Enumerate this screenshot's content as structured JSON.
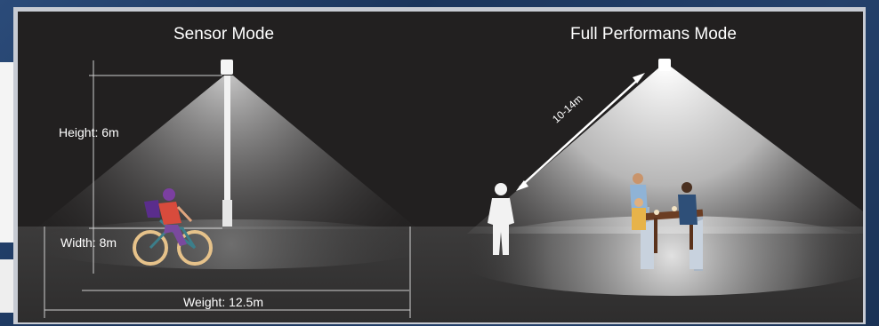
{
  "panels": {
    "left_title": "Sensor Mode",
    "right_title": "Full Performans Mode"
  },
  "labels": {
    "height": "Height: 6m",
    "width": "Width: 8m",
    "weight": "Weight: 12.5m",
    "distance": "10-14m"
  },
  "colors": {
    "scene_bg": "#222020",
    "frame_bg": "#1f3b63",
    "light": "#ffffff"
  }
}
